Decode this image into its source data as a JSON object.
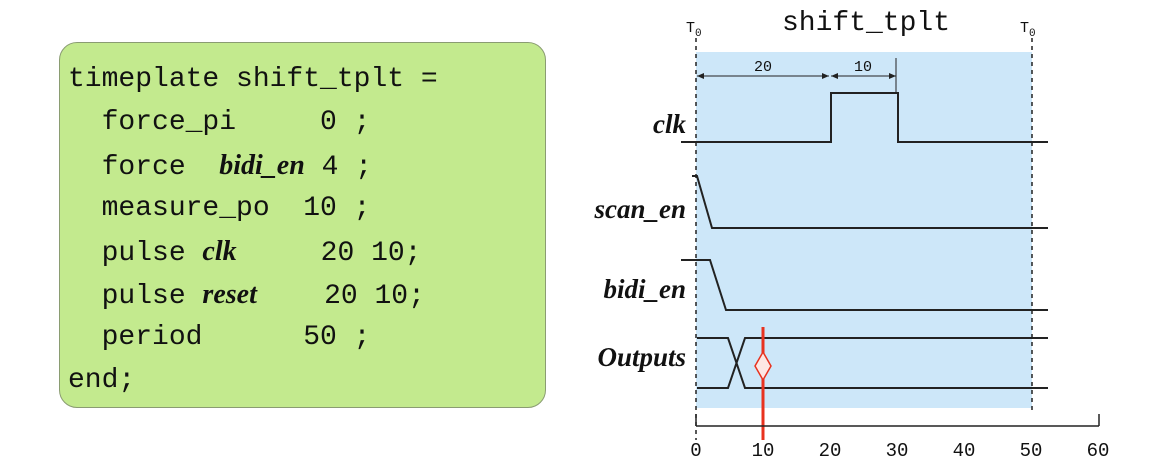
{
  "code": {
    "lines": [
      {
        "pre": "timeplate shift_tplt =",
        "em": "",
        "post": ""
      },
      {
        "pre": "  force_pi     0 ;",
        "em": "",
        "post": ""
      },
      {
        "pre": "  force  ",
        "em": "bidi_en",
        "post": " 4 ;"
      },
      {
        "pre": "  measure_po  10 ;",
        "em": "",
        "post": ""
      },
      {
        "pre": "  pulse ",
        "em": "clk",
        "post": "     20 10;"
      },
      {
        "pre": "  pulse ",
        "em": "reset",
        "post": "    20 10;"
      },
      {
        "pre": "  period      50 ;",
        "em": "",
        "post": ""
      },
      {
        "pre": "end;",
        "em": "",
        "post": ""
      }
    ]
  },
  "diagram": {
    "title": "shift_tplt",
    "t0_label": "T",
    "t0_sub": "0",
    "signals": [
      "clk",
      "scan_en",
      "bidi_en",
      "Outputs"
    ],
    "axis_ticks": [
      0,
      10,
      20,
      30,
      40,
      50,
      60
    ],
    "dim_labels": [
      "20",
      "10"
    ],
    "colors": {
      "code_bg": "#c3ea8e",
      "period_bg": "#cde7f9",
      "measure_line": "#e8321f",
      "wave": "#222222"
    },
    "measure_time": 10
  }
}
